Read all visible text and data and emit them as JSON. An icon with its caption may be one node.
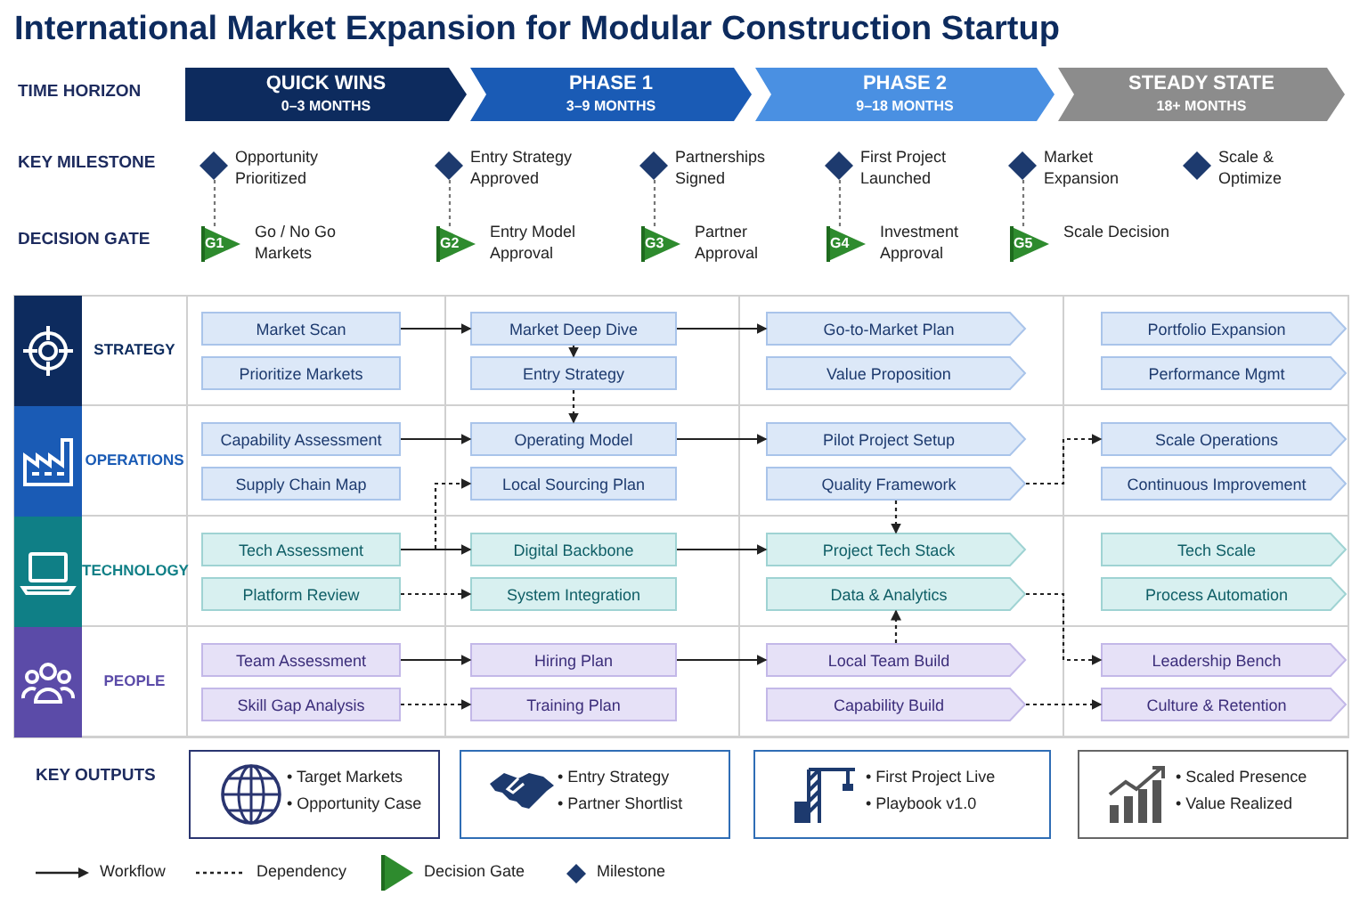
{
  "diagram": {
    "title": "International Market Expansion for Modular Construction Startup",
    "nodes": [
      {
        "text": [
          "QUICK WINS",
          "0–3 MONTHS"
        ]
      },
      {
        "text": [
          "PHASE 1",
          "3–9 MONTHS"
        ]
      },
      {
        "text": [
          "PHASE 2",
          "9–18 MONTHS"
        ]
      },
      {
        "text": [
          "STEADY STATE",
          "18+ MONTHS"
        ]
      },
      {
        "text": [],
        "shape": "diamond",
        "beside": [
          "Opportunity Prioritized"
        ]
      },
      {
        "text": [],
        "shape": "diamond",
        "beside": [
          "Entry Strategy Approved"
        ]
      },
      {
        "text": [],
        "shape": "diamond",
        "beside": [
          "Partnerships Signed"
        ]
      },
      {
        "text": [],
        "shape": "diamond",
        "beside": [
          "First Project Launched"
        ]
      },
      {
        "text": [],
        "shape": "diamond",
        "beside": [
          "Market Expansion"
        ]
      },
      {
        "text": [],
        "shape": "diamond",
        "beside": [
          "Scale & Optimize"
        ]
      },
      {
        "text": [
          "G1"
        ],
        "beside": [
          "Go / No Go Markets"
        ]
      },
      {
        "text": [
          "G2"
        ],
        "beside": [
          "Entry Model Approval"
        ]
      },
      {
        "text": [
          "G3"
        ],
        "beside": [
          "Partner Approval"
        ]
      },
      {
        "text": [
          "G4"
        ],
        "beside": [
          "Investment Approval"
        ]
      },
      {
        "text": [
          "G5"
        ],
        "beside": [
          "Scale Decision"
        ]
      },
      {
        "text": [
          "STRATEGY"
        ]
      },
      {
        "text": [
          "Market Scan"
        ],
        "in": 15
      },
      {
        "text": [
          "Market Deep Dive"
        ],
        "in": 15
      },
      {
        "text": [
          "Go-to-Market Plan"
        ],
        "in": 15
      },
      {
        "text": [
          "Portfolio Expansion"
        ],
        "in": 15
      },
      {
        "text": [
          "Prioritize Markets"
        ],
        "in": 15
      },
      {
        "text": [
          "Entry Strategy"
        ],
        "in": 15
      },
      {
        "text": [
          "Value Proposition"
        ],
        "in": 15
      },
      {
        "text": [
          "Performance Mgmt"
        ],
        "in": 15
      },
      {
        "text": [
          "OPERATIONS"
        ]
      },
      {
        "text": [
          "Capability Assessment"
        ],
        "in": 24
      },
      {
        "text": [
          "Operating Model"
        ],
        "in": 24
      },
      {
        "text": [
          "Pilot Project Setup"
        ],
        "in": 24
      },
      {
        "text": [
          "Scale Operations"
        ],
        "in": 24
      },
      {
        "text": [
          "Supply Chain Map"
        ],
        "in": 24
      },
      {
        "text": [
          "Local Sourcing Plan"
        ],
        "in": 24
      },
      {
        "text": [
          "Quality Framework"
        ],
        "in": 24
      },
      {
        "text": [
          "Continuous Improvement"
        ],
        "in": 24
      },
      {
        "text": [
          "TECHNOLOGY"
        ]
      },
      {
        "text": [
          "Tech Assessment"
        ],
        "in": 33
      },
      {
        "text": [
          "Digital Backbone"
        ],
        "in": 33
      },
      {
        "text": [
          "Project Tech Stack"
        ],
        "in": 33
      },
      {
        "text": [
          "Tech Scale"
        ],
        "in": 33
      },
      {
        "text": [
          "Platform Review"
        ],
        "in": 33
      },
      {
        "text": [
          "System Integration"
        ],
        "in": 33
      },
      {
        "text": [
          "Data & Analytics"
        ],
        "in": 33
      },
      {
        "text": [
          "Process Automation"
        ],
        "in": 33
      },
      {
        "text": [
          "PEOPLE"
        ]
      },
      {
        "text": [
          "Team Assessment"
        ],
        "in": 42
      },
      {
        "text": [
          "Hiring Plan"
        ],
        "in": 42
      },
      {
        "text": [
          "Local Team Build"
        ],
        "in": 42
      },
      {
        "text": [
          "Leadership Bench"
        ],
        "in": 42
      },
      {
        "text": [
          "Skill Gap Analysis"
        ],
        "in": 42
      },
      {
        "text": [
          "Training Plan"
        ],
        "in": 42
      },
      {
        "text": [
          "Capability Build"
        ],
        "in": 42
      },
      {
        "text": [
          "Culture & Retention"
        ],
        "in": 42
      },
      {
        "text": [
          "• Target Markets",
          "• Opportunity Case"
        ]
      },
      {
        "text": [
          "• Entry Strategy",
          "• Partner Shortlist"
        ]
      },
      {
        "text": [
          "• First Project Live",
          "• Playbook v1.0"
        ]
      },
      {
        "text": [
          "• Scaled Presence",
          "• Value Realized"
        ]
      }
    ],
    "edges": [
      {
        "from": 4,
        "to": 10,
        "arrow": "none",
        "style": "dashed"
      },
      {
        "from": 5,
        "to": 11,
        "arrow": "none",
        "style": "dashed"
      },
      {
        "from": 6,
        "to": 12,
        "arrow": "none",
        "style": "dashed"
      },
      {
        "from": 7,
        "to": 13,
        "arrow": "none",
        "style": "dashed"
      },
      {
        "from": 8,
        "to": 14,
        "arrow": "none",
        "style": "dashed"
      },
      {
        "from": 16,
        "to": 17,
        "arrow": "to"
      },
      {
        "from": 17,
        "to": 18,
        "arrow": "to"
      },
      {
        "from": 17,
        "to": 21,
        "arrow": "to"
      },
      {
        "from": 21,
        "to": 26,
        "arrow": "to",
        "style": "dashed"
      },
      {
        "from": 25,
        "to": 26,
        "arrow": "to"
      },
      {
        "from": 26,
        "to": 27,
        "arrow": "to"
      },
      {
        "from": 34,
        "to": 30,
        "arrow": "to",
        "style": "dashed"
      },
      {
        "from": 31,
        "to": 28,
        "arrow": "to",
        "style": "dashed"
      },
      {
        "from": 31,
        "to": 36,
        "arrow": "to",
        "style": "dashed"
      },
      {
        "from": 34,
        "to": 35,
        "arrow": "to"
      },
      {
        "from": 35,
        "to": 36,
        "arrow": "to"
      },
      {
        "from": 38,
        "to": 39,
        "arrow": "to",
        "style": "dashed"
      },
      {
        "from": 40,
        "to": 46,
        "arrow": "to",
        "style": "dashed"
      },
      {
        "from": 45,
        "to": 40,
        "arrow": "to",
        "style": "dashed"
      },
      {
        "from": 43,
        "to": 44,
        "arrow": "to"
      },
      {
        "from": 44,
        "to": 45,
        "arrow": "to"
      },
      {
        "from": 47,
        "to": 48,
        "arrow": "to",
        "style": "dashed"
      },
      {
        "from": 49,
        "to": 50,
        "arrow": "to",
        "style": "dashed"
      }
    ],
    "labels": [
      "TIME HORIZON",
      "KEY MILESTONE",
      "DECISION GATE",
      "KEY OUTPUTS"
    ],
    "legend": [
      {
        "text": "Workflow"
      },
      {
        "text": "Dependency"
      },
      {
        "text": "Decision Gate"
      },
      {
        "text": "Milestone"
      }
    ]
  }
}
